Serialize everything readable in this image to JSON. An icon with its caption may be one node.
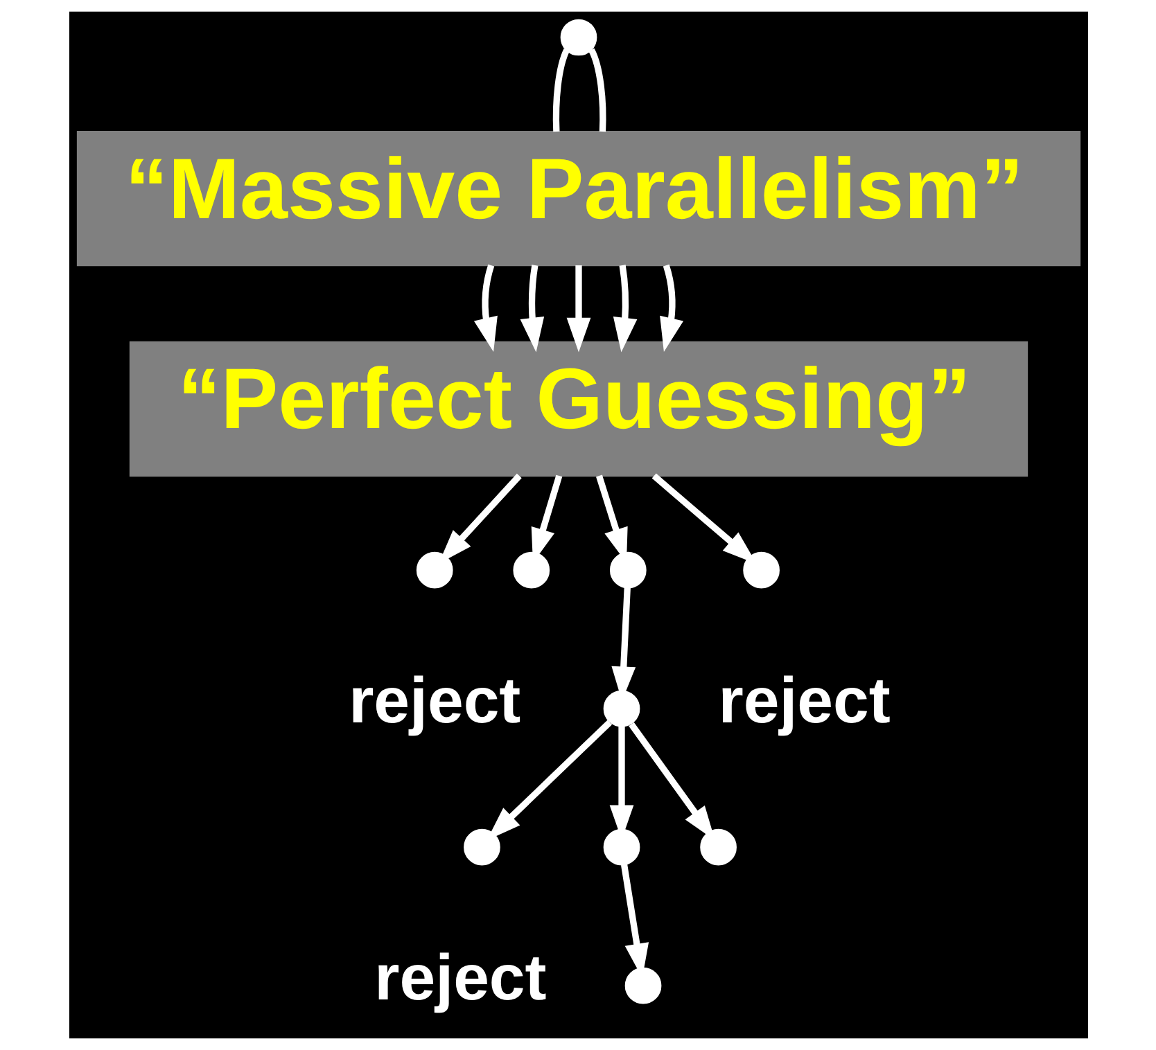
{
  "diagram": {
    "nodes": [
      {
        "text": [],
        "shape": "circle"
      },
      {
        "text": [
          "“Massive Parallelism”"
        ]
      },
      {
        "text": [
          "“Perfect Guessing”"
        ]
      },
      {
        "text": [],
        "shape": "circle",
        "beside": [
          "reject"
        ]
      },
      {
        "text": [],
        "shape": "circle"
      },
      {
        "text": [],
        "shape": "circle"
      },
      {
        "text": [],
        "shape": "circle",
        "beside": [
          "reject"
        ]
      },
      {
        "text": [],
        "shape": "circle"
      },
      {
        "text": [],
        "shape": "circle",
        "beside": [
          "reject"
        ]
      },
      {
        "text": [],
        "shape": "circle"
      },
      {
        "text": [],
        "shape": "circle"
      },
      {
        "text": [],
        "shape": "circle"
      }
    ],
    "edges": [
      {
        "from": 0,
        "to": 1,
        "arrow": "none"
      },
      {
        "from": 0,
        "to": 1,
        "arrow": "none"
      },
      {
        "from": 1,
        "to": 2,
        "arrow": "to"
      },
      {
        "from": 1,
        "to": 2,
        "arrow": "to"
      },
      {
        "from": 1,
        "to": 2,
        "arrow": "to"
      },
      {
        "from": 1,
        "to": 2,
        "arrow": "to"
      },
      {
        "from": 1,
        "to": 2,
        "arrow": "to"
      },
      {
        "from": 2,
        "to": 3,
        "arrow": "to"
      },
      {
        "from": 2,
        "to": 4,
        "arrow": "to"
      },
      {
        "from": 2,
        "to": 5,
        "arrow": "to"
      },
      {
        "from": 2,
        "to": 6,
        "arrow": "to"
      },
      {
        "from": 5,
        "to": 7,
        "arrow": "to"
      },
      {
        "from": 7,
        "to": 8,
        "arrow": "to"
      },
      {
        "from": 7,
        "to": 9,
        "arrow": "to"
      },
      {
        "from": 7,
        "to": 10,
        "arrow": "to"
      },
      {
        "from": 9,
        "to": 11,
        "arrow": "to"
      }
    ]
  }
}
